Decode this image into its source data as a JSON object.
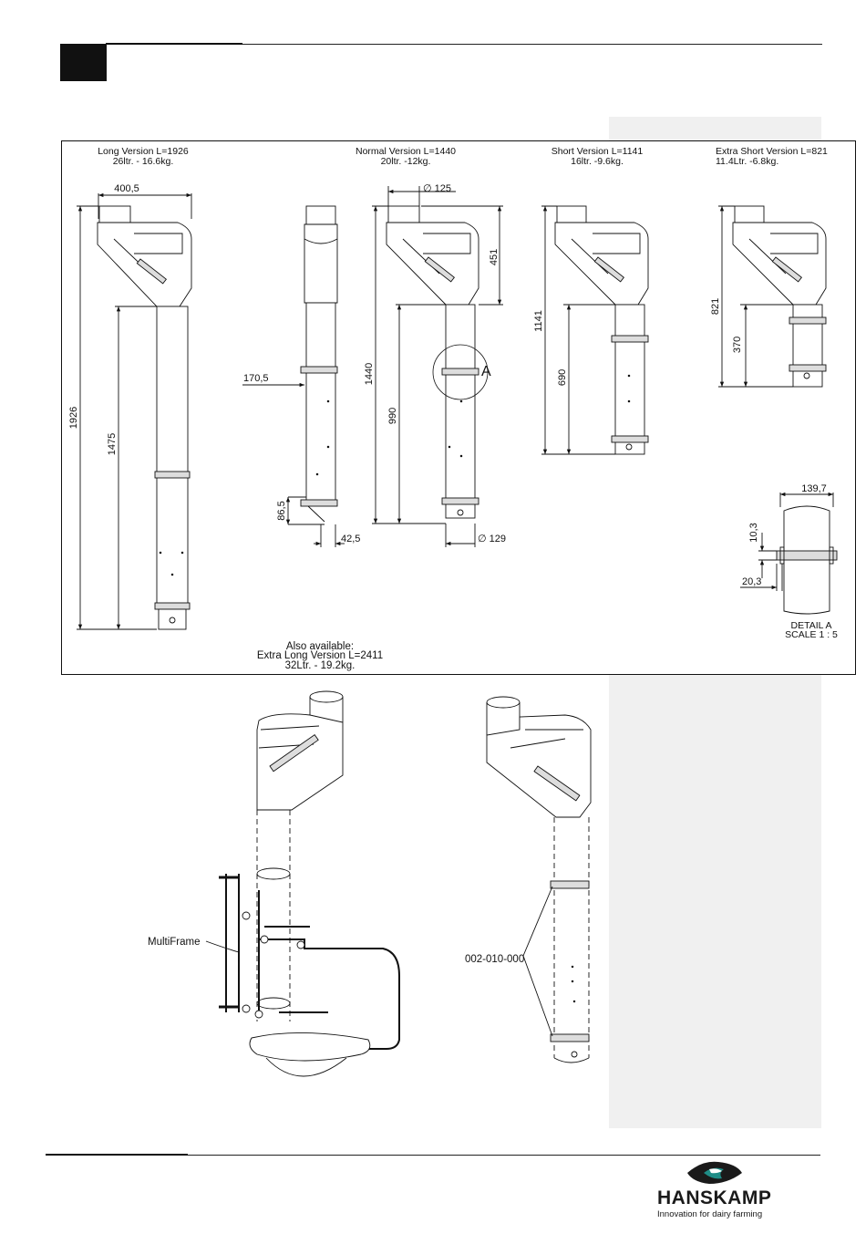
{
  "versions": [
    {
      "title": "Long Version L=1926",
      "spec": "26ltr. - 16.6kg."
    },
    {
      "title": "Normal Version L=1440",
      "spec": "20ltr. -12kg."
    },
    {
      "title": "Short Version L=1141",
      "spec": "16ltr. -9.6kg."
    },
    {
      "title": "Extra Short Version L=821",
      "spec": "11.4Ltr. -6.8kg."
    }
  ],
  "dimensions": {
    "long_width": "400,5",
    "long_total": "1926",
    "long_tube": "1475",
    "side_offset": "170,5",
    "side_bottom": "86,5",
    "side_foot": "42,5",
    "normal_diameter_top": "∅ 125",
    "normal_head": "451",
    "normal_total": "1440",
    "normal_tube": "990",
    "normal_diameter_bottom": "∅ 129",
    "detail_marker": "A",
    "short_total": "1141",
    "short_tube": "690",
    "xshort_total": "821",
    "xshort_tube": "370",
    "detail_width": "139,7",
    "detail_height": "10,3",
    "detail_offset": "20,3"
  },
  "detail_caption": [
    "DETAIL A",
    "SCALE 1 : 5"
  ],
  "also_available": [
    "Also available:",
    "Extra Long Version L=2411",
    "32Ltr. - 19.2kg."
  ],
  "callouts": {
    "multiframe": "MultiFrame",
    "part_number": "002-010-000"
  },
  "brand": {
    "name": "HANSKAMP",
    "tagline": "Innovation for dairy farming",
    "colors": {
      "dark": "#1a1a1a",
      "teal": "#1f8c86"
    }
  }
}
